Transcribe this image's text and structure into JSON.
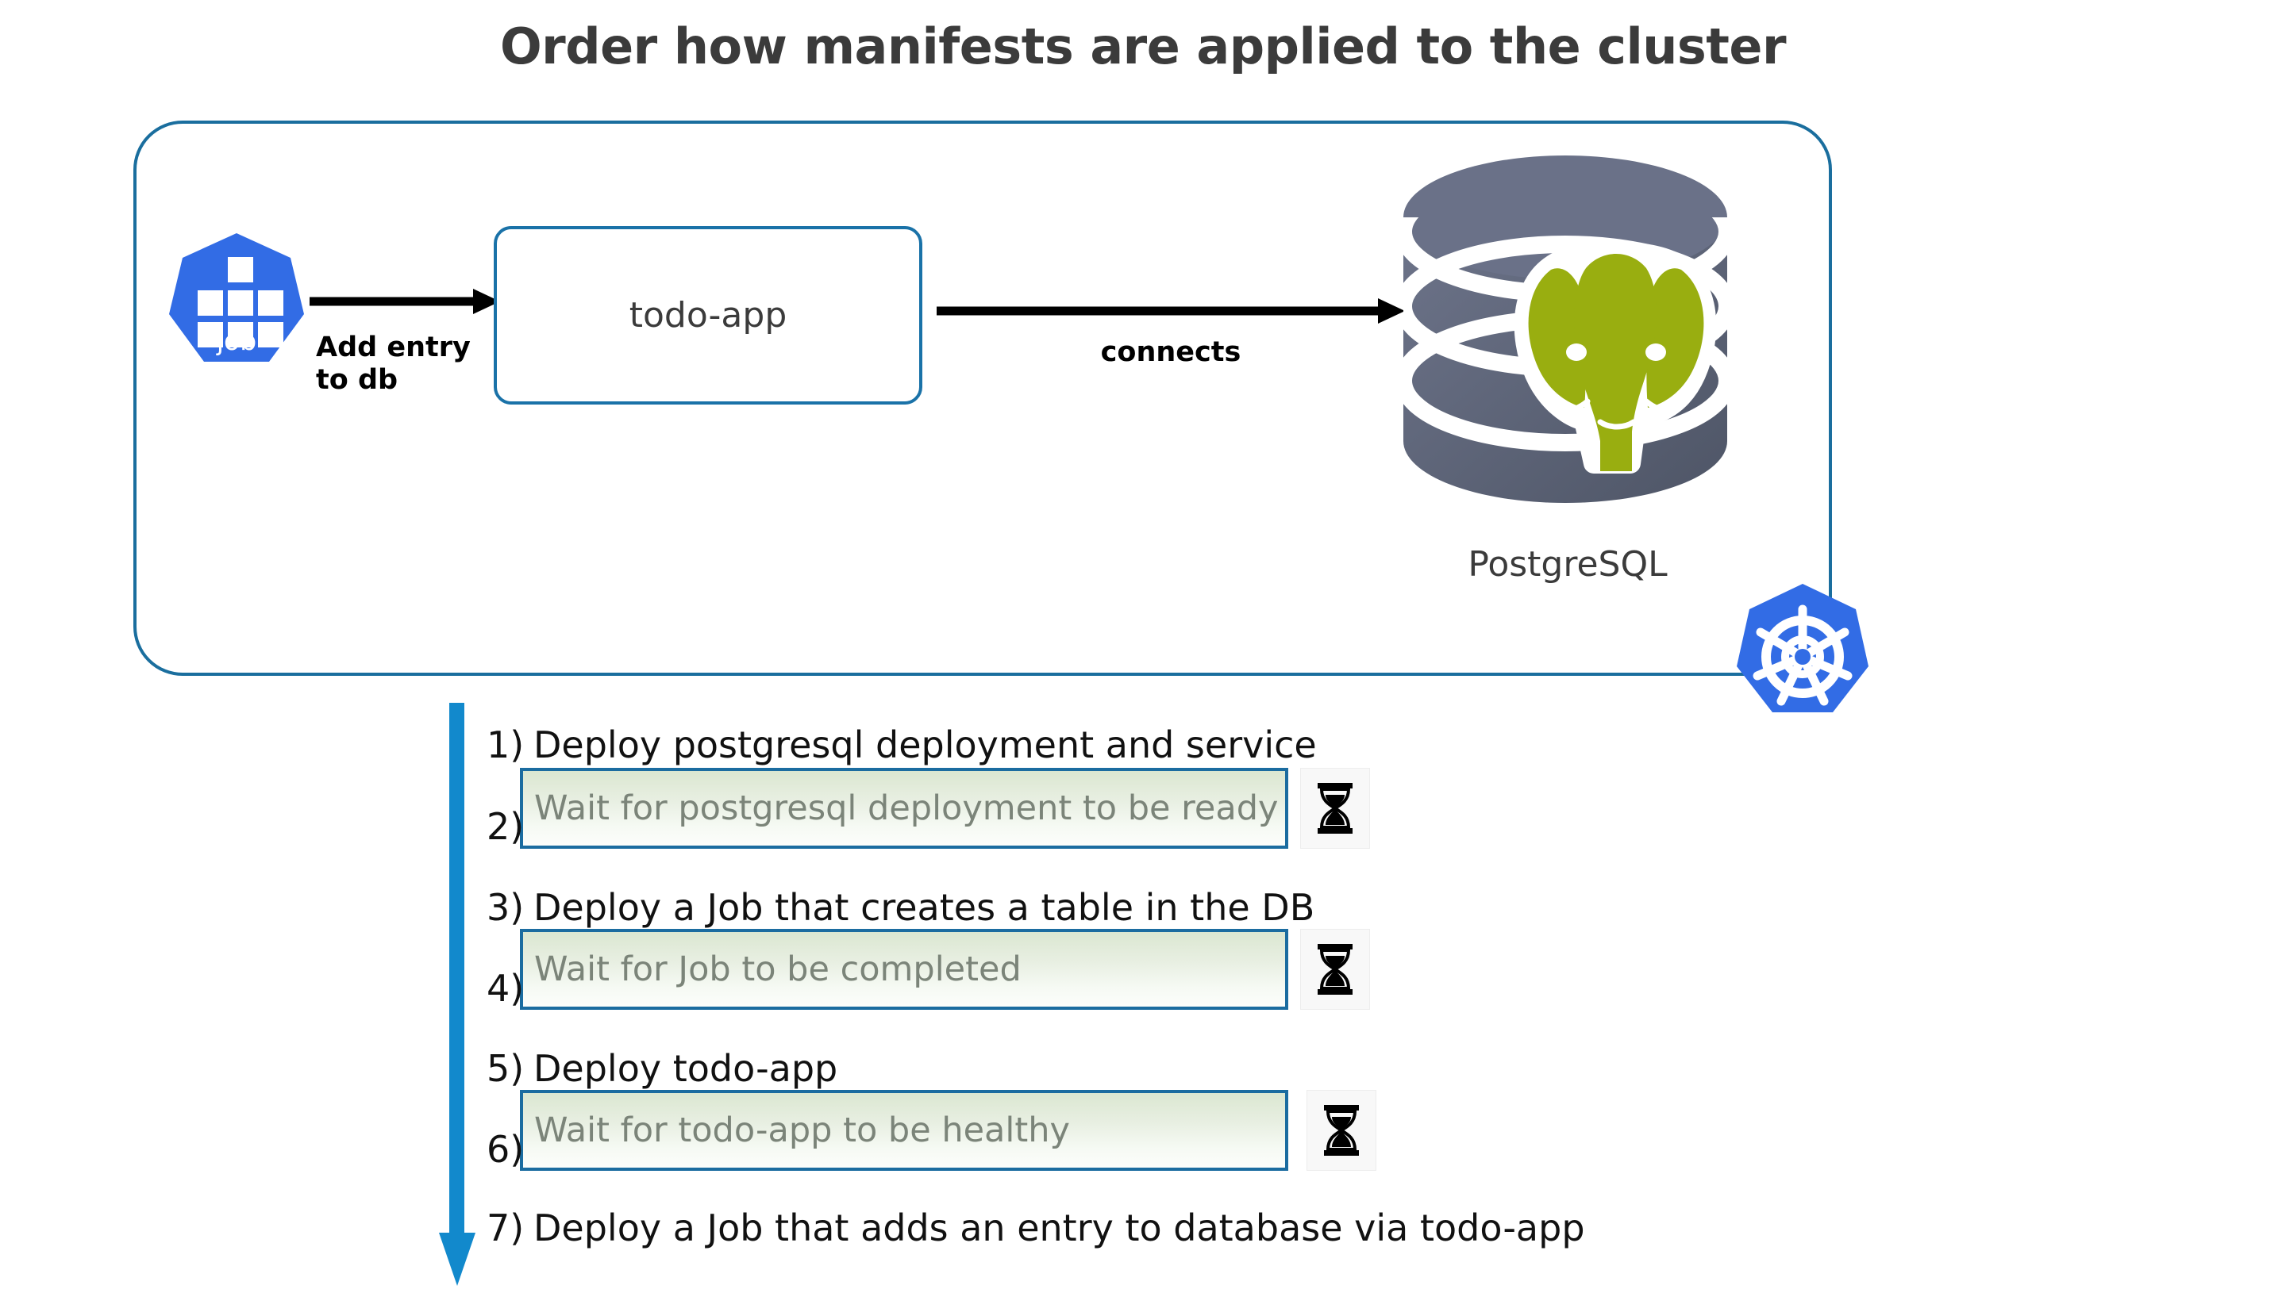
{
  "page": {
    "title": "Order how manifests are applied to the cluster"
  },
  "diagram": {
    "cluster_boundary_name": "kubernetes-cluster",
    "job_icon": {
      "label": "job",
      "icon": "kubernetes-job-icon",
      "color": "#326ce5"
    },
    "todo_app_box": {
      "label": "todo-app",
      "border_color": "#1a72a8"
    },
    "postgres": {
      "label": "PostgreSQL",
      "icon": "postgresql-elephant-icon",
      "elephant_color": "#99ae10",
      "cylinder_color": "#5b6377"
    },
    "k8s_logo": {
      "icon": "kubernetes-helm-wheel-icon",
      "color": "#326ce5"
    },
    "arrows": [
      {
        "name": "job-to-todo-app",
        "label_line1": "Add entry",
        "label_line2": "to db",
        "color": "#000000"
      },
      {
        "name": "todo-app-to-postgres",
        "label": "connects",
        "color": "#000000"
      }
    ],
    "flow_arrow": {
      "name": "sequence-flow-arrow",
      "color": "#1289cc",
      "direction": "down"
    }
  },
  "steps": [
    {
      "num": "1)",
      "type": "plain",
      "text": "Deploy postgresql deployment and service"
    },
    {
      "num": "2)",
      "type": "wait",
      "text": "Wait for postgresql deployment to be ready",
      "icon": "hourglass-icon"
    },
    {
      "num": "3)",
      "type": "plain",
      "text": "Deploy a Job that creates a table in the DB"
    },
    {
      "num": "4)",
      "type": "wait",
      "text": "Wait for Job to be completed",
      "icon": "hourglass-icon"
    },
    {
      "num": "5)",
      "type": "plain",
      "text": "Deploy todo-app"
    },
    {
      "num": "6)",
      "type": "wait",
      "text": "Wait for todo-app to be healthy",
      "icon": "hourglass-icon"
    },
    {
      "num": "7)",
      "type": "plain",
      "text": "Deploy a Job that adds an entry to database via todo-app"
    }
  ],
  "colors": {
    "title": "#3b3b3b",
    "cluster_border": "#1a6e9e",
    "wait_box_border": "#1b6ca0",
    "wait_text": "#7b8479",
    "flow_arrow": "#1289cc",
    "k8s_blue": "#326ce5",
    "postgres_green": "#99ae10"
  }
}
